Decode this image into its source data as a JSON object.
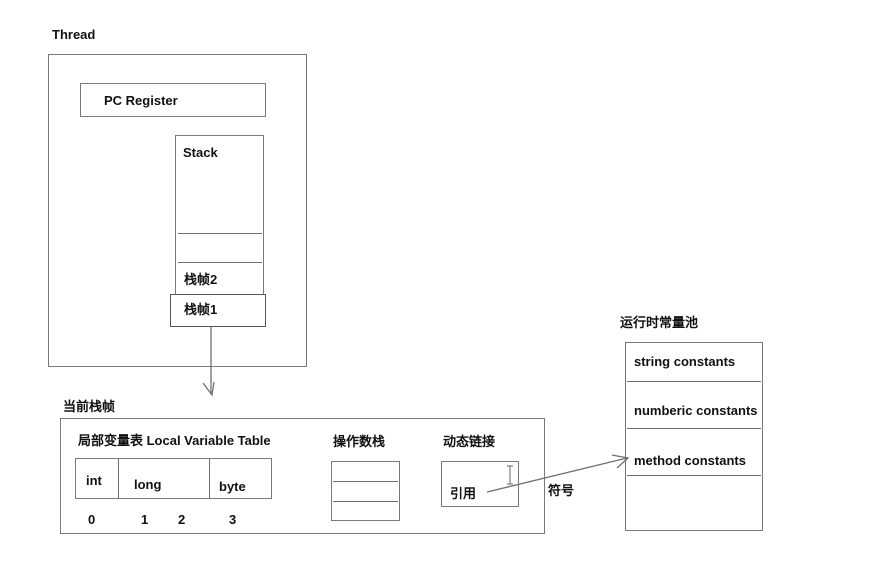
{
  "diagram": {
    "title_thread": "Thread",
    "title_current_frame": "当前栈帧",
    "title_constant_pool": "运行时常量池"
  },
  "thread": {
    "label": "Thread",
    "pc_register": {
      "label": "PC Register"
    },
    "stack": {
      "label": "Stack",
      "frames": [
        {
          "label": ""
        },
        {
          "label": ""
        },
        {
          "label": "栈帧2"
        },
        {
          "label": "栈帧1"
        }
      ]
    }
  },
  "current_frame": {
    "label": "当前栈帧",
    "local_variable_table": {
      "title": "局部变量表 Local Variable Table",
      "slots": [
        "int",
        "long",
        "byte"
      ],
      "indices": [
        "0",
        "1",
        "2",
        "3"
      ]
    },
    "operand_stack": {
      "title": "操作数栈",
      "rows": [
        "",
        "",
        ""
      ]
    },
    "dynamic_link": {
      "title": "动态链接",
      "value": "引用"
    }
  },
  "constant_pool": {
    "label": "运行时常量池",
    "entries": [
      {
        "label": "string constants"
      },
      {
        "label": "numberic constants"
      },
      {
        "label": "method constants"
      }
    ]
  },
  "arrows": {
    "stack_to_frame": {
      "label": ""
    },
    "reference_to_method_constants": {
      "label": "符号"
    }
  },
  "cursor": {
    "type": "text-ibeam"
  },
  "colors": {
    "background": "#ffffff",
    "stroke": "#6f6f6f",
    "text": "#111111"
  }
}
